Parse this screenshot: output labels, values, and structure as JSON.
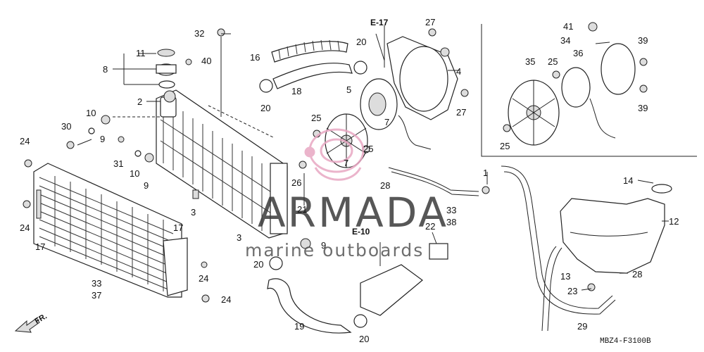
{
  "labels": {
    "l1": "1",
    "l2": "2",
    "l3a": "3",
    "l3b": "3",
    "l4": "4",
    "l5": "5",
    "l7a": "7",
    "l7b": "7",
    "l8": "8",
    "l9a": "9",
    "l9b": "9",
    "l9c": "9",
    "l10a": "10",
    "l10b": "10",
    "l11": "11",
    "l12": "12",
    "l13": "13",
    "l14": "14",
    "l16": "16",
    "l17a": "17",
    "l17b": "17",
    "l18": "18",
    "l19": "19",
    "l20a": "20",
    "l20b": "20",
    "l20c": "20",
    "l20d": "20",
    "l21": "21",
    "l22": "22",
    "l23": "23",
    "l24a": "24",
    "l24b": "24",
    "l24c": "24",
    "l24d": "24",
    "l25a": "25",
    "l25b": "25",
    "l25c": "25",
    "l25d": "25",
    "l26": "26",
    "l27a": "27",
    "l27b": "27",
    "l28a": "28",
    "l28b": "28",
    "l29": "29",
    "l30": "30",
    "l31": "31",
    "l32": "32",
    "l33a": "33",
    "l33b": "33",
    "l34": "34",
    "l35": "35",
    "l36": "36",
    "l37": "37",
    "l38": "38",
    "l39a": "39",
    "l39b": "39",
    "l40": "40",
    "l41": "41"
  },
  "refs": {
    "e17": "E-17",
    "e10": "E-10"
  },
  "direction": "FR.",
  "diagram_code": "MBZ4-F3100B",
  "watermark": {
    "brand": "ARMADA",
    "tagline": "marine outboards"
  },
  "colors": {
    "line": "#222222",
    "watermark_accent": "#e8a7c3",
    "background": "#ffffff"
  }
}
